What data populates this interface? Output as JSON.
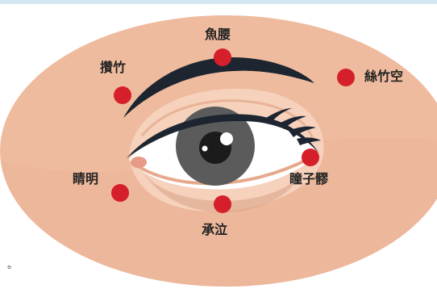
{
  "acupoints": [
    {
      "id": "yuyao",
      "label": "魚腰"
    },
    {
      "id": "cuanzhu",
      "label": "攢竹"
    },
    {
      "id": "sizhukong",
      "label": "絲竹空"
    },
    {
      "id": "jingming",
      "label": "睛明"
    },
    {
      "id": "tongziliao",
      "label": "瞳子髎"
    },
    {
      "id": "chengqi",
      "label": "承泣"
    }
  ],
  "footnote": "。",
  "colors": {
    "top_strip": "#d3e6f1",
    "face": "#efbb9e",
    "eye_socket": "#f6d1bc",
    "eyelid": "#f9e0d0",
    "sclera": "#ffffff",
    "iris": "#5b5b5b",
    "pupil": "#1b1b1b",
    "lash": "#1c2530",
    "point": "#d51f2a",
    "label_text": "#222222"
  }
}
